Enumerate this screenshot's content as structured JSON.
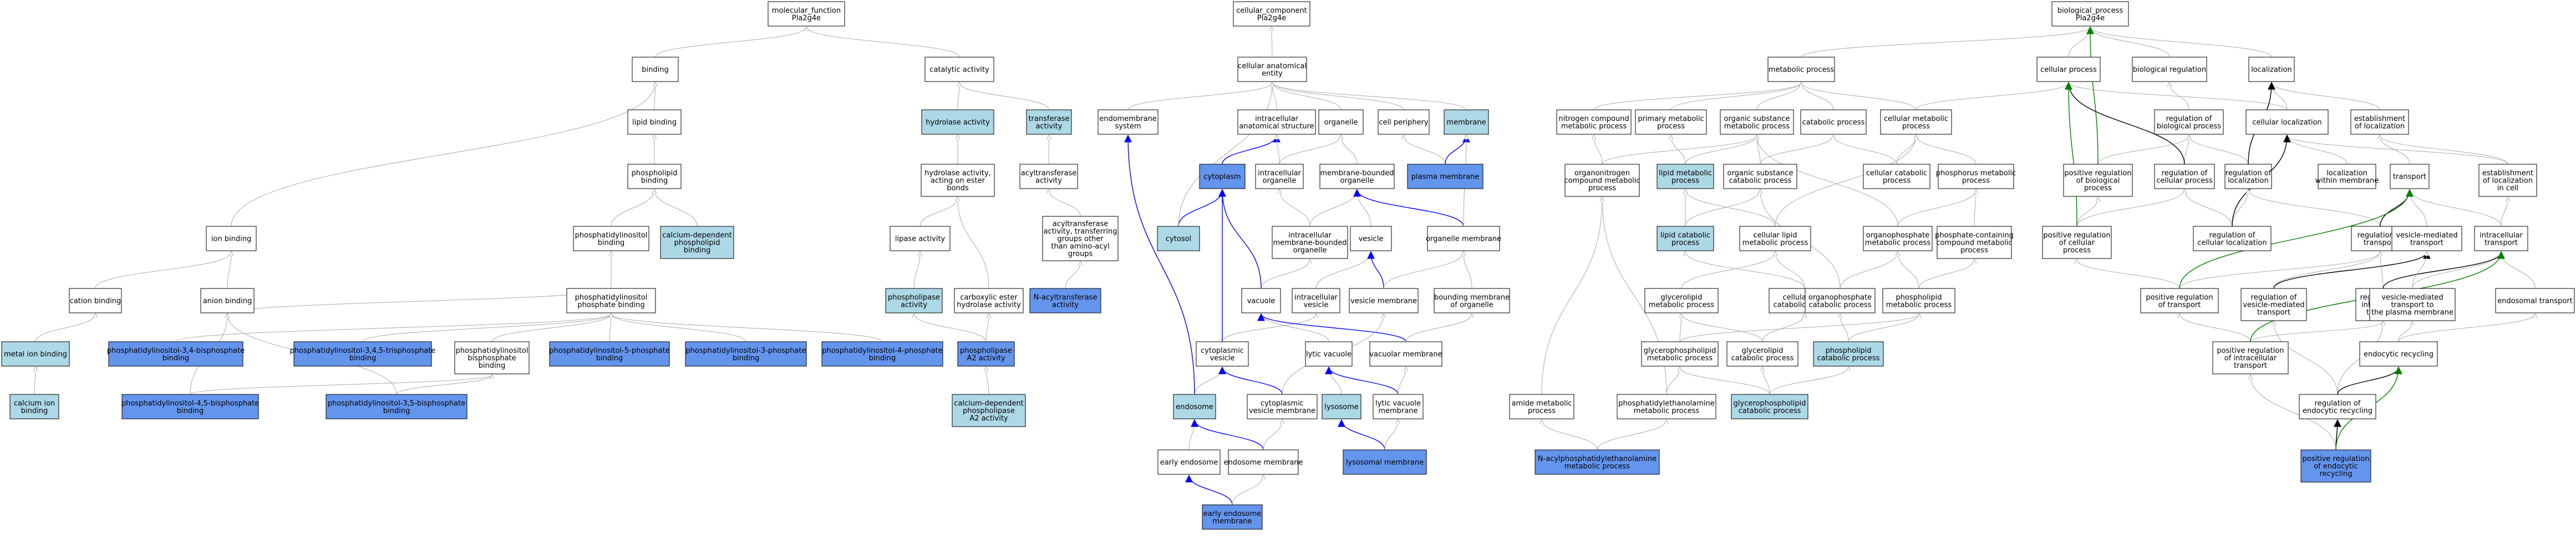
{
  "colors": {
    "plain": "#ffffff",
    "light": "#add8e6",
    "dark": "#6495ed",
    "edge_gray": "#a9a9a9",
    "edge_black": "#000000",
    "edge_blue": "#0000ff",
    "edge_green": "#008000"
  },
  "nodes": {
    "mf_root": {
      "lines": [
        "molecular_function",
        "Pla2g4e"
      ],
      "fill": "plain"
    },
    "binding": {
      "lines": [
        "binding"
      ],
      "fill": "plain"
    },
    "catalytic_activity": {
      "lines": [
        "catalytic activity"
      ],
      "fill": "plain"
    },
    "lipid_binding": {
      "lines": [
        "lipid binding"
      ],
      "fill": "plain"
    },
    "hydrolase_activity": {
      "lines": [
        "hydrolase activity"
      ],
      "fill": "light"
    },
    "transferase_activity": {
      "lines": [
        "transferase",
        "activity"
      ],
      "fill": "light"
    },
    "phospholipid_binding": {
      "lines": [
        "phospholipid",
        "binding"
      ],
      "fill": "plain"
    },
    "hydrolase_ester": {
      "lines": [
        "hydrolase activity,",
        "acting on ester",
        "bonds"
      ],
      "fill": "plain"
    },
    "acyltransferase": {
      "lines": [
        "acyltransferase",
        "activity"
      ],
      "fill": "plain"
    },
    "pi_binding": {
      "lines": [
        "phosphatidylinositol",
        "binding"
      ],
      "fill": "plain"
    },
    "ca_pl_binding": {
      "lines": [
        "calcium-dependent",
        "phospholipid",
        "binding"
      ],
      "fill": "light"
    },
    "acyl_other": {
      "lines": [
        "acyltransferase",
        "activity, transferring",
        "groups other",
        "than amino-acyl",
        "groups"
      ],
      "fill": "plain"
    },
    "ion_binding": {
      "lines": [
        "ion binding"
      ],
      "fill": "plain"
    },
    "lipase_activity": {
      "lines": [
        "lipase activity"
      ],
      "fill": "plain"
    },
    "pip_binding": {
      "lines": [
        "phosphatidylinositol",
        "phosphate binding"
      ],
      "fill": "plain"
    },
    "cation_binding": {
      "lines": [
        "cation binding"
      ],
      "fill": "plain"
    },
    "anion_binding": {
      "lines": [
        "anion binding"
      ],
      "fill": "plain"
    },
    "carboxylic_ester": {
      "lines": [
        "carboxylic ester",
        "hydrolase activity"
      ],
      "fill": "plain"
    },
    "phospholipase_activity": {
      "lines": [
        "phospholipase",
        "activity"
      ],
      "fill": "light"
    },
    "n_acyltransferase": {
      "lines": [
        "N-acyltransferase",
        "activity"
      ],
      "fill": "dark"
    },
    "metal_ion_binding": {
      "lines": [
        "metal ion binding"
      ],
      "fill": "light"
    },
    "pi345_binding": {
      "lines": [
        "phosphatidylinositol-3,4-bisphosphate",
        "binding"
      ],
      "fill": "dark"
    },
    "pi345t_binding": {
      "lines": [
        "phosphatidylinositol-3,4,5-trisphosphate",
        "binding"
      ],
      "fill": "dark"
    },
    "pibis_binding": {
      "lines": [
        "phosphatidylinositol",
        "bisphosphate",
        "binding"
      ],
      "fill": "plain"
    },
    "pi5p_binding": {
      "lines": [
        "phosphatidylinositol-5-phosphate",
        "binding"
      ],
      "fill": "dark"
    },
    "pi3p_binding": {
      "lines": [
        "phosphatidylinositol-3-phosphate",
        "binding"
      ],
      "fill": "dark"
    },
    "pi4p_binding": {
      "lines": [
        "phosphatidylinositol-4-phosphate",
        "binding"
      ],
      "fill": "dark"
    },
    "pla2_activity": {
      "lines": [
        "phospholipase",
        "A2 activity"
      ],
      "fill": "dark"
    },
    "calcium_ion_binding": {
      "lines": [
        "calcium ion",
        "binding"
      ],
      "fill": "light"
    },
    "pi45_binding": {
      "lines": [
        "phosphatidylinositol-4,5-bisphosphate",
        "binding"
      ],
      "fill": "dark"
    },
    "pi35_binding": {
      "lines": [
        "phosphatidylinositol-3,5-bisphosphate",
        "binding"
      ],
      "fill": "dark"
    },
    "ca_pla2": {
      "lines": [
        "calcium-dependent",
        "phospholipase",
        "A2 activity"
      ],
      "fill": "light"
    },
    "cc_root": {
      "lines": [
        "cellular_component",
        "Pla2g4e"
      ],
      "fill": "plain"
    },
    "cae": {
      "lines": [
        "cellular anatomical",
        "entity"
      ],
      "fill": "plain"
    },
    "endomembrane": {
      "lines": [
        "endomembrane",
        "system"
      ],
      "fill": "plain"
    },
    "ias": {
      "lines": [
        "intracellular",
        "anatomical structure"
      ],
      "fill": "plain"
    },
    "organelle": {
      "lines": [
        "organelle"
      ],
      "fill": "plain"
    },
    "cell_periphery": {
      "lines": [
        "cell periphery"
      ],
      "fill": "plain"
    },
    "membrane": {
      "lines": [
        "membrane"
      ],
      "fill": "light"
    },
    "cytoplasm": {
      "lines": [
        "cytoplasm"
      ],
      "fill": "dark"
    },
    "intra_organelle": {
      "lines": [
        "intracellular",
        "organelle"
      ],
      "fill": "plain"
    },
    "mb_organelle": {
      "lines": [
        "membrane-bounded",
        "organelle"
      ],
      "fill": "plain"
    },
    "plasma_membrane": {
      "lines": [
        "plasma membrane"
      ],
      "fill": "dark"
    },
    "cytosol": {
      "lines": [
        "cytosol"
      ],
      "fill": "light"
    },
    "imbo": {
      "lines": [
        "intracellular",
        "membrane-bounded",
        "organelle"
      ],
      "fill": "plain"
    },
    "vesicle": {
      "lines": [
        "vesicle"
      ],
      "fill": "plain"
    },
    "organelle_membrane": {
      "lines": [
        "organelle membrane"
      ],
      "fill": "plain"
    },
    "vacuole": {
      "lines": [
        "vacuole"
      ],
      "fill": "plain"
    },
    "intra_vesicle": {
      "lines": [
        "intracellular",
        "vesicle"
      ],
      "fill": "plain"
    },
    "vesicle_membrane": {
      "lines": [
        "vesicle membrane"
      ],
      "fill": "plain"
    },
    "bounding_membrane": {
      "lines": [
        "bounding membrane",
        "of organelle"
      ],
      "fill": "plain"
    },
    "cyto_vesicle": {
      "lines": [
        "cytoplasmic",
        "vesicle"
      ],
      "fill": "plain"
    },
    "lytic_vacuole": {
      "lines": [
        "lytic vacuole"
      ],
      "fill": "plain"
    },
    "vacuolar_membrane": {
      "lines": [
        "vacuolar membrane"
      ],
      "fill": "plain"
    },
    "endosome": {
      "lines": [
        "endosome"
      ],
      "fill": "light"
    },
    "cvm": {
      "lines": [
        "cytoplasmic",
        "vesicle membrane"
      ],
      "fill": "plain"
    },
    "lysosome": {
      "lines": [
        "lysosome"
      ],
      "fill": "light"
    },
    "lvm": {
      "lines": [
        "lytic vacuole",
        "membrane"
      ],
      "fill": "plain"
    },
    "early_endosome": {
      "lines": [
        "early endosome"
      ],
      "fill": "plain"
    },
    "endosome_membrane": {
      "lines": [
        "endosome membrane"
      ],
      "fill": "plain"
    },
    "lysosomal_membrane": {
      "lines": [
        "lysosomal membrane"
      ],
      "fill": "dark"
    },
    "eem": {
      "lines": [
        "early endosome",
        "membrane"
      ],
      "fill": "dark"
    },
    "bp_root": {
      "lines": [
        "biological_process",
        "Pla2g4e"
      ],
      "fill": "plain"
    },
    "metabolic_process": {
      "lines": [
        "metabolic process"
      ],
      "fill": "plain"
    },
    "cellular_process": {
      "lines": [
        "cellular process"
      ],
      "fill": "plain"
    },
    "biological_regulation": {
      "lines": [
        "biological regulation"
      ],
      "fill": "plain"
    },
    "localization": {
      "lines": [
        "localization"
      ],
      "fill": "plain"
    },
    "ncmp": {
      "lines": [
        "nitrogen compound",
        "metabolic process"
      ],
      "fill": "plain"
    },
    "primary_mp": {
      "lines": [
        "primary metabolic",
        "process"
      ],
      "fill": "plain"
    },
    "osmp": {
      "lines": [
        "organic substance",
        "metabolic process"
      ],
      "fill": "plain"
    },
    "catabolic_process": {
      "lines": [
        "catabolic process"
      ],
      "fill": "plain"
    },
    "cellular_mp": {
      "lines": [
        "cellular metabolic",
        "process"
      ],
      "fill": "plain"
    },
    "reg_bp": {
      "lines": [
        "regulation of",
        "biological process"
      ],
      "fill": "plain"
    },
    "cellular_localization": {
      "lines": [
        "cellular localization"
      ],
      "fill": "plain"
    },
    "establish_loc": {
      "lines": [
        "establishment",
        "of localization"
      ],
      "fill": "plain"
    },
    "oncmp": {
      "lines": [
        "organonitrogen",
        "compound metabolic",
        "process"
      ],
      "fill": "plain"
    },
    "lipid_mp": {
      "lines": [
        "lipid metabolic",
        "process"
      ],
      "fill": "light"
    },
    "oscp": {
      "lines": [
        "organic substance",
        "catabolic process"
      ],
      "fill": "plain"
    },
    "ccp": {
      "lines": [
        "cellular catabolic",
        "process"
      ],
      "fill": "plain"
    },
    "pmp": {
      "lines": [
        "phosphorus metabolic",
        "process"
      ],
      "fill": "plain"
    },
    "pos_reg_bp": {
      "lines": [
        "positive regulation",
        "of biological",
        "process"
      ],
      "fill": "plain"
    },
    "reg_cp": {
      "lines": [
        "regulation of",
        "cellular process"
      ],
      "fill": "plain"
    },
    "reg_loc": {
      "lines": [
        "regulation of",
        "localization"
      ],
      "fill": "plain"
    },
    "loc_within_membrane": {
      "lines": [
        "localization",
        "within membrane"
      ],
      "fill": "plain"
    },
    "transport": {
      "lines": [
        "transport"
      ],
      "fill": "plain"
    },
    "est_loc_cell": {
      "lines": [
        "establishment",
        "of localization",
        "in cell"
      ],
      "fill": "plain"
    },
    "lipid_catabolic": {
      "lines": [
        "lipid catabolic",
        "process"
      ],
      "fill": "light"
    },
    "clmp": {
      "lines": [
        "cellular lipid",
        "metabolic process"
      ],
      "fill": "plain"
    },
    "opmp": {
      "lines": [
        "organophosphate",
        "metabolic process"
      ],
      "fill": "plain"
    },
    "pccmp": {
      "lines": [
        "phosphate-containing",
        "compound metabolic",
        "process"
      ],
      "fill": "plain"
    },
    "pos_reg_cp": {
      "lines": [
        "positive regulation",
        "of cellular",
        "process"
      ],
      "fill": "plain"
    },
    "reg_cell_loc": {
      "lines": [
        "regulation of",
        "cellular localization"
      ],
      "fill": "plain"
    },
    "reg_transport": {
      "lines": [
        "regulation of",
        "transport"
      ],
      "fill": "plain"
    },
    "vmt": {
      "lines": [
        "vesicle-mediated",
        "transport"
      ],
      "fill": "plain"
    },
    "intra_transport": {
      "lines": [
        "intracellular",
        "transport"
      ],
      "fill": "plain"
    },
    "glycerolipid_mp": {
      "lines": [
        "glycerolipid",
        "metabolic process"
      ],
      "fill": "plain"
    },
    "clcp": {
      "lines": [
        "cellular lipid",
        "catabolic process"
      ],
      "fill": "plain"
    },
    "opcp": {
      "lines": [
        "organophosphate",
        "catabolic process"
      ],
      "fill": "plain"
    },
    "phospholipid_mp": {
      "lines": [
        "phospholipid",
        "metabolic process"
      ],
      "fill": "plain"
    },
    "pos_reg_transport": {
      "lines": [
        "positive regulation",
        "of transport"
      ],
      "fill": "plain"
    },
    "reg_vmt": {
      "lines": [
        "regulation of",
        "vesicle-mediated",
        "transport"
      ],
      "fill": "plain"
    },
    "reg_intra_transport": {
      "lines": [
        "regulation of",
        "intracellular",
        "transport"
      ],
      "fill": "plain"
    },
    "vmt_pm": {
      "lines": [
        "vesicle-mediated",
        "transport to",
        "the plasma membrane"
      ],
      "fill": "plain"
    },
    "endosomal_transport": {
      "lines": [
        "endosomal transport"
      ],
      "fill": "plain"
    },
    "gpl_mp": {
      "lines": [
        "glycerophospholipid",
        "metabolic process"
      ],
      "fill": "plain"
    },
    "glycerolipid_cp": {
      "lines": [
        "glycerolipid",
        "catabolic process"
      ],
      "fill": "plain"
    },
    "phospholipid_cp": {
      "lines": [
        "phospholipid",
        "catabolic process"
      ],
      "fill": "light"
    },
    "pos_reg_intra_transport": {
      "lines": [
        "positive regulation",
        "of intracellular",
        "transport"
      ],
      "fill": "plain"
    },
    "endocytic_recycling": {
      "lines": [
        "endocytic recycling"
      ],
      "fill": "plain"
    },
    "amide_mp": {
      "lines": [
        "amide metabolic",
        "process"
      ],
      "fill": "plain"
    },
    "pe_mp": {
      "lines": [
        "phosphatidylethanolamine",
        "metabolic process"
      ],
      "fill": "plain"
    },
    "gpl_cp": {
      "lines": [
        "glycerophospholipid",
        "catabolic process"
      ],
      "fill": "light"
    },
    "reg_endocytic_recycling": {
      "lines": [
        "regulation of",
        "endocytic recycling"
      ],
      "fill": "plain"
    },
    "nape_mp": {
      "lines": [
        "N-acylphosphatidylethanolamine",
        "metabolic process"
      ],
      "fill": "dark"
    },
    "pos_reg_endocytic_recycling": {
      "lines": [
        "positive regulation",
        "of endocytic",
        "recycling"
      ],
      "fill": "dark"
    }
  }
}
